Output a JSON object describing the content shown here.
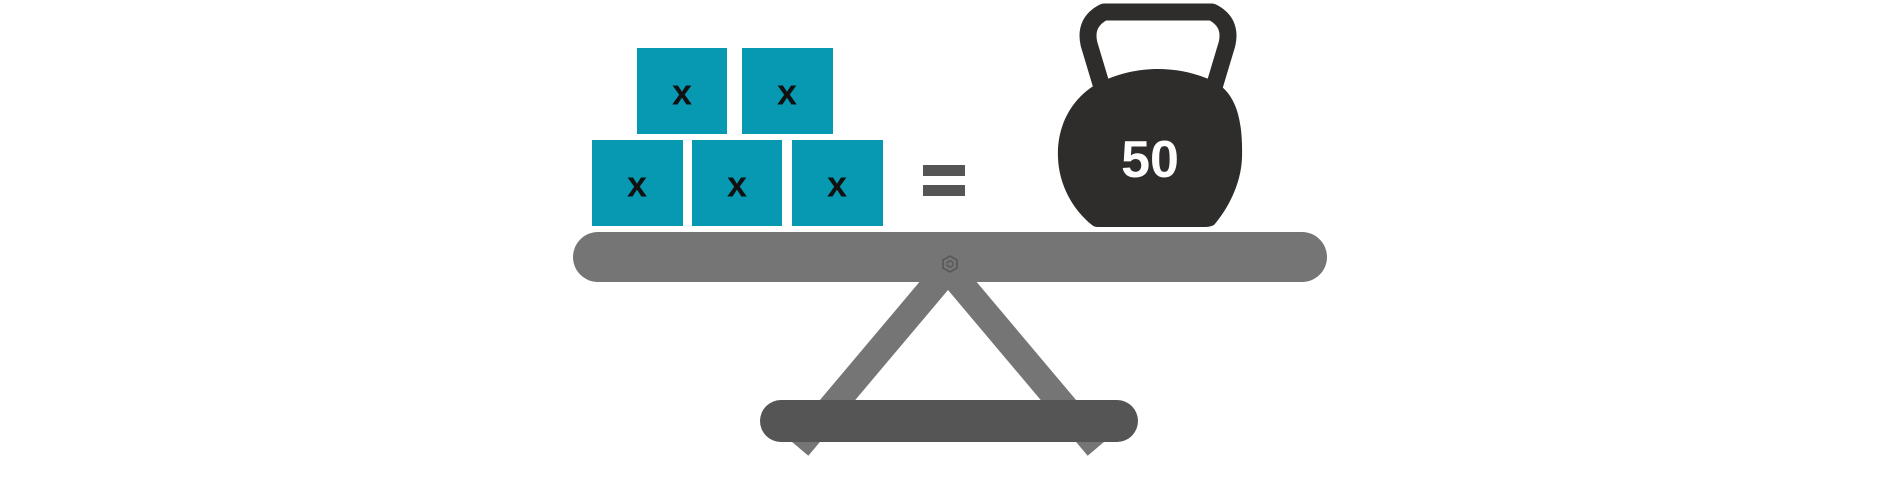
{
  "colors": {
    "box_fill": "#0798b2",
    "box_text": "#111111",
    "beam": "#757575",
    "support": "#757575",
    "base": "#555555",
    "equals": "#555555",
    "weight_body": "#2e2d2b",
    "weight_text": "#ffffff",
    "pivot": "#666666"
  },
  "left_side": {
    "boxes": [
      {
        "label": "x"
      },
      {
        "label": "x"
      },
      {
        "label": "x"
      },
      {
        "label": "x"
      },
      {
        "label": "x"
      }
    ]
  },
  "equals_symbol": "equals-sign",
  "right_side": {
    "weight_value": "50",
    "icon": "kettlebell-icon"
  }
}
